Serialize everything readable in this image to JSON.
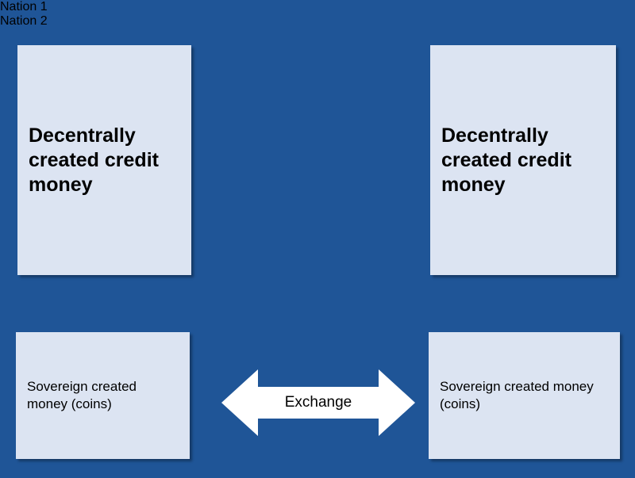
{
  "canvas": {
    "background_color": "#1F5597",
    "box_fill_color": "#DCE4F2",
    "label_text_color": "#FFFFFF",
    "body_text_color": "#000000",
    "arrow_color": "#FFFFFF"
  },
  "nations": [
    {
      "label": "Nation 1",
      "credit_box": "Decentrally created credit money",
      "coin_box": "Sovereign created money (coins)"
    },
    {
      "label": "Nation 2",
      "credit_box": "Decentrally created credit money",
      "coin_box": "Sovereign created money (coins)"
    }
  ],
  "connector": {
    "label": "Exchange",
    "icon": "double-headed-arrow-icon",
    "direction": "bidirectional"
  }
}
